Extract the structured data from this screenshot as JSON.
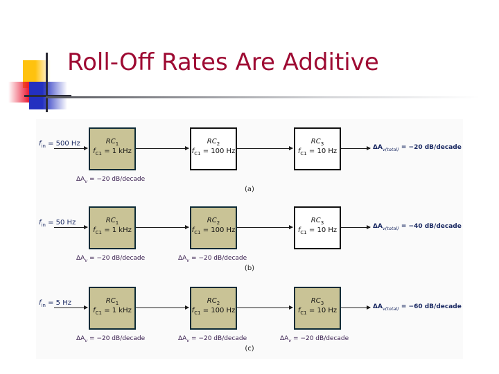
{
  "slide": {
    "title": "Roll-Off Rates Are Additive"
  },
  "colors": {
    "title": "#9E0B33",
    "block_fill": "#c9c396",
    "block_border": "#0d2b36",
    "label_blue": "#1b2a63",
    "label_purple": "#3a2050",
    "figure_bg": "#fafafa"
  },
  "figure": {
    "rows": [
      {
        "id": "a",
        "panel_label": "(a)",
        "input_label": "f_in = 500 Hz",
        "input_prefix": "f",
        "input_sub": "in",
        "input_value": " = 500 Hz",
        "blocks": [
          {
            "name": "RC",
            "sub": "1",
            "freq_prefix": "f",
            "freq_sub": "C1",
            "freq_value": " = 1 kHz",
            "shaded": true
          },
          {
            "name": "RC",
            "sub": "2",
            "freq_prefix": "f",
            "freq_sub": "C1",
            "freq_value": " = 100 Hz",
            "shaded": false
          },
          {
            "name": "RC",
            "sub": "3",
            "freq_prefix": "f",
            "freq_sub": "C1",
            "freq_value": " = 10 Hz",
            "shaded": false
          }
        ],
        "sub_labels": [
          "ΔA_v = −20 dB/decade"
        ],
        "total_label": "ΔA_v(total) = −20 dB/decade",
        "total_value": " = −20 dB/decade"
      },
      {
        "id": "b",
        "panel_label": "(b)",
        "input_label": "f_in = 50 Hz",
        "input_prefix": "f",
        "input_sub": "in",
        "input_value": " = 50 Hz",
        "blocks": [
          {
            "name": "RC",
            "sub": "1",
            "freq_prefix": "f",
            "freq_sub": "C1",
            "freq_value": " = 1 kHz",
            "shaded": true
          },
          {
            "name": "RC",
            "sub": "2",
            "freq_prefix": "f",
            "freq_sub": "C1",
            "freq_value": " = 100 Hz",
            "shaded": true
          },
          {
            "name": "RC",
            "sub": "3",
            "freq_prefix": "f",
            "freq_sub": "C1",
            "freq_value": " = 10 Hz",
            "shaded": false
          }
        ],
        "sub_labels": [
          "ΔA_v = −20 dB/decade",
          "ΔA_v = −20 dB/decade"
        ],
        "total_label": "ΔA_v(total) = −40 dB/decade",
        "total_value": " = −40 dB/decade"
      },
      {
        "id": "c",
        "panel_label": "(c)",
        "input_label": "f_in = 5 Hz",
        "input_prefix": "f",
        "input_sub": "in",
        "input_value": " = 5 Hz",
        "blocks": [
          {
            "name": "RC",
            "sub": "1",
            "freq_prefix": "f",
            "freq_sub": "C1",
            "freq_value": " = 1 kHz",
            "shaded": true
          },
          {
            "name": "RC",
            "sub": "2",
            "freq_prefix": "f",
            "freq_sub": "C1",
            "freq_value": " = 100 Hz",
            "shaded": true
          },
          {
            "name": "RC",
            "sub": "3",
            "freq_prefix": "f",
            "freq_sub": "C1",
            "freq_value": " = 10 Hz",
            "shaded": true
          }
        ],
        "sub_labels": [
          "ΔA_v = −20 dB/decade",
          "ΔA_v = −20 dB/decade",
          "ΔA_v = −20 dB/decade"
        ],
        "total_label": "ΔA_v(total) = −60 dB/decade",
        "total_value": " = −60 dB/decade"
      }
    ],
    "symbols": {
      "delta_av": "ΔA",
      "av_sub": "v",
      "av_total_sub": "v(total)",
      "decade_suffix": "dB/decade"
    }
  }
}
